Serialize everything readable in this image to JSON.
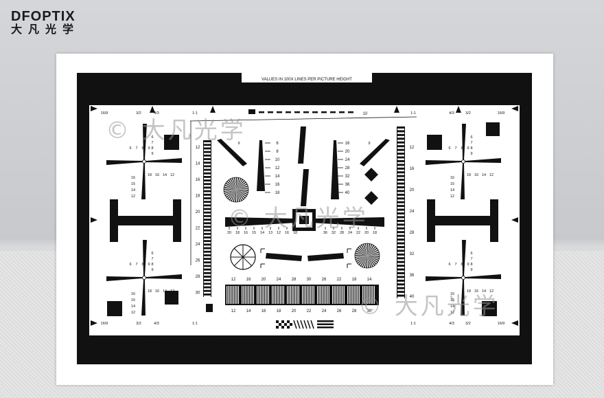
{
  "brand": {
    "logo_text": "DFOPTIX",
    "logo_cn": "大凡光学"
  },
  "chart": {
    "header": "VALUES IN 100X LINES PER PICTURE HEIGHT",
    "top_scale_end": "10",
    "ratios": [
      "16/9",
      "3/2",
      "4/3",
      "1:1",
      "1:1",
      "4/3",
      "3/2",
      "16/9"
    ],
    "left_vertical_scale": [
      "12",
      "14",
      "16",
      "18",
      "20",
      "22",
      "24",
      "26",
      "28",
      "30"
    ],
    "right_vertical_scale": [
      "12",
      "16",
      "20",
      "24",
      "28",
      "32",
      "36",
      "40"
    ],
    "center_left_scale": [
      "6",
      "8",
      "10",
      "12",
      "14",
      "16",
      "18"
    ],
    "center_right_scale": [
      "16",
      "20",
      "24",
      "28",
      "32",
      "36",
      "40"
    ],
    "horizontal_left_scale": [
      "20",
      "18",
      "16",
      "15",
      "14",
      "13",
      "12",
      "16",
      "18"
    ],
    "horizontal_right_scale": [
      "36",
      "32",
      "28",
      "24",
      "22",
      "20",
      "18"
    ],
    "bottom_scale_top": [
      "12",
      "16",
      "20",
      "24",
      "28",
      "30",
      "26",
      "22",
      "18",
      "14"
    ],
    "bottom_scale_bottom": [
      "12",
      "14",
      "16",
      "18",
      "20",
      "22",
      "24",
      "26",
      "28",
      "30"
    ],
    "corner_scale_a": [
      "6",
      "7",
      "8",
      "9"
    ],
    "corner_scale_b": [
      "16",
      "15",
      "14",
      "12"
    ],
    "corner_scale_c": [
      "18",
      "16",
      "14",
      "12"
    ],
    "watermark": "© 大凡光学"
  },
  "colors": {
    "ink": "#111111",
    "paper": "#ffffff"
  }
}
